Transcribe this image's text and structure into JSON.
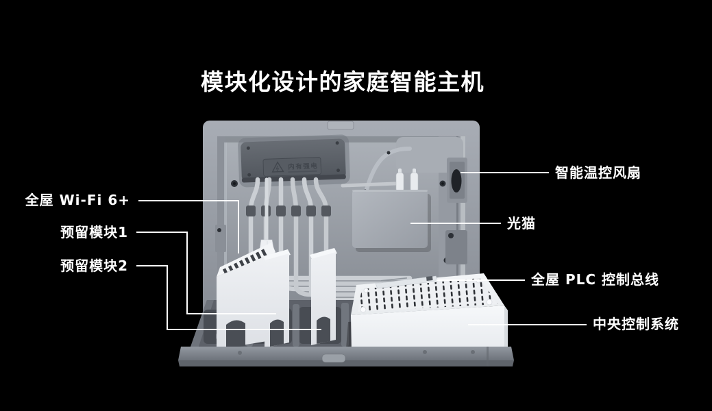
{
  "title": "模块化设计的家庭智能主机",
  "callouts": [
    {
      "id": "wifi",
      "label": "全屋 Wi-Fi 6+"
    },
    {
      "id": "module1",
      "label": "预留模块1"
    },
    {
      "id": "module2",
      "label": "预留模块2"
    },
    {
      "id": "fan",
      "label": "智能温控风扇"
    },
    {
      "id": "modem",
      "label": "光猫"
    },
    {
      "id": "plc",
      "label": "全屋 PLC 控制总线"
    },
    {
      "id": "ccs",
      "label": "中央控制系统"
    }
  ],
  "device": {
    "warning_text": "内有强电"
  },
  "colors": {
    "background": "#000000",
    "text": "#ffffff",
    "callout_line": "#ffffff",
    "enclosure_frame": "#979ca4",
    "cavity_wall": "#9aa0a7",
    "dark_panel": "#5c6168",
    "module_white": "#eef0f3",
    "vent_slot": "#2c2f34"
  }
}
